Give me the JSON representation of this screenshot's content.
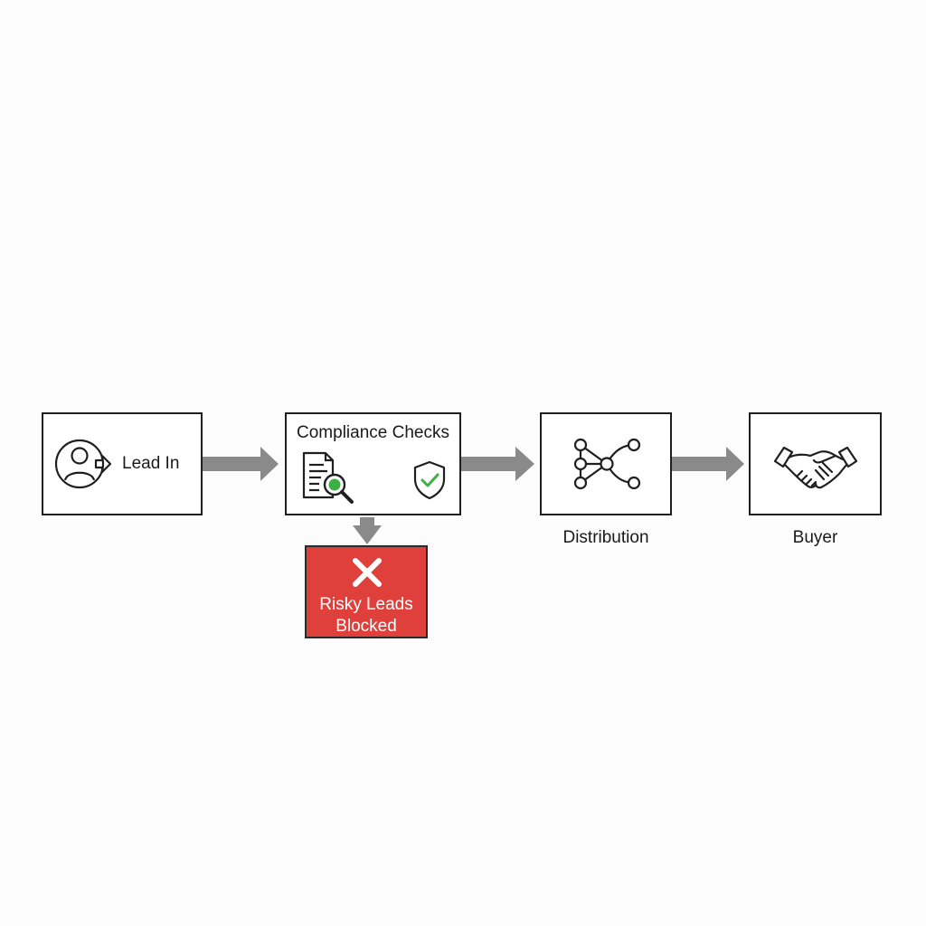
{
  "nodes": {
    "lead_in": {
      "label": "Lead In",
      "icon": "user-enter-icon"
    },
    "compliance": {
      "label": "Compliance Checks",
      "icons": [
        "document-search-icon",
        "shield-check-icon"
      ]
    },
    "distribution": {
      "label": "Distribution",
      "icon": "network-nodes-icon"
    },
    "buyer": {
      "label": "Buyer",
      "icon": "handshake-icon"
    },
    "blocked": {
      "label": "Risky Leads Blocked",
      "icon": "x-icon"
    }
  },
  "edges": [
    {
      "from": "Lead In",
      "to": "Compliance Checks"
    },
    {
      "from": "Compliance Checks",
      "to": "Distribution"
    },
    {
      "from": "Distribution",
      "to": "Buyer"
    },
    {
      "from": "Compliance Checks",
      "to": "Risky Leads Blocked"
    }
  ],
  "colors": {
    "arrow": "#8a8a8a",
    "blocked_bg": "#e0403b",
    "check_green": "#3cb043",
    "stroke": "#1f1f1f"
  }
}
